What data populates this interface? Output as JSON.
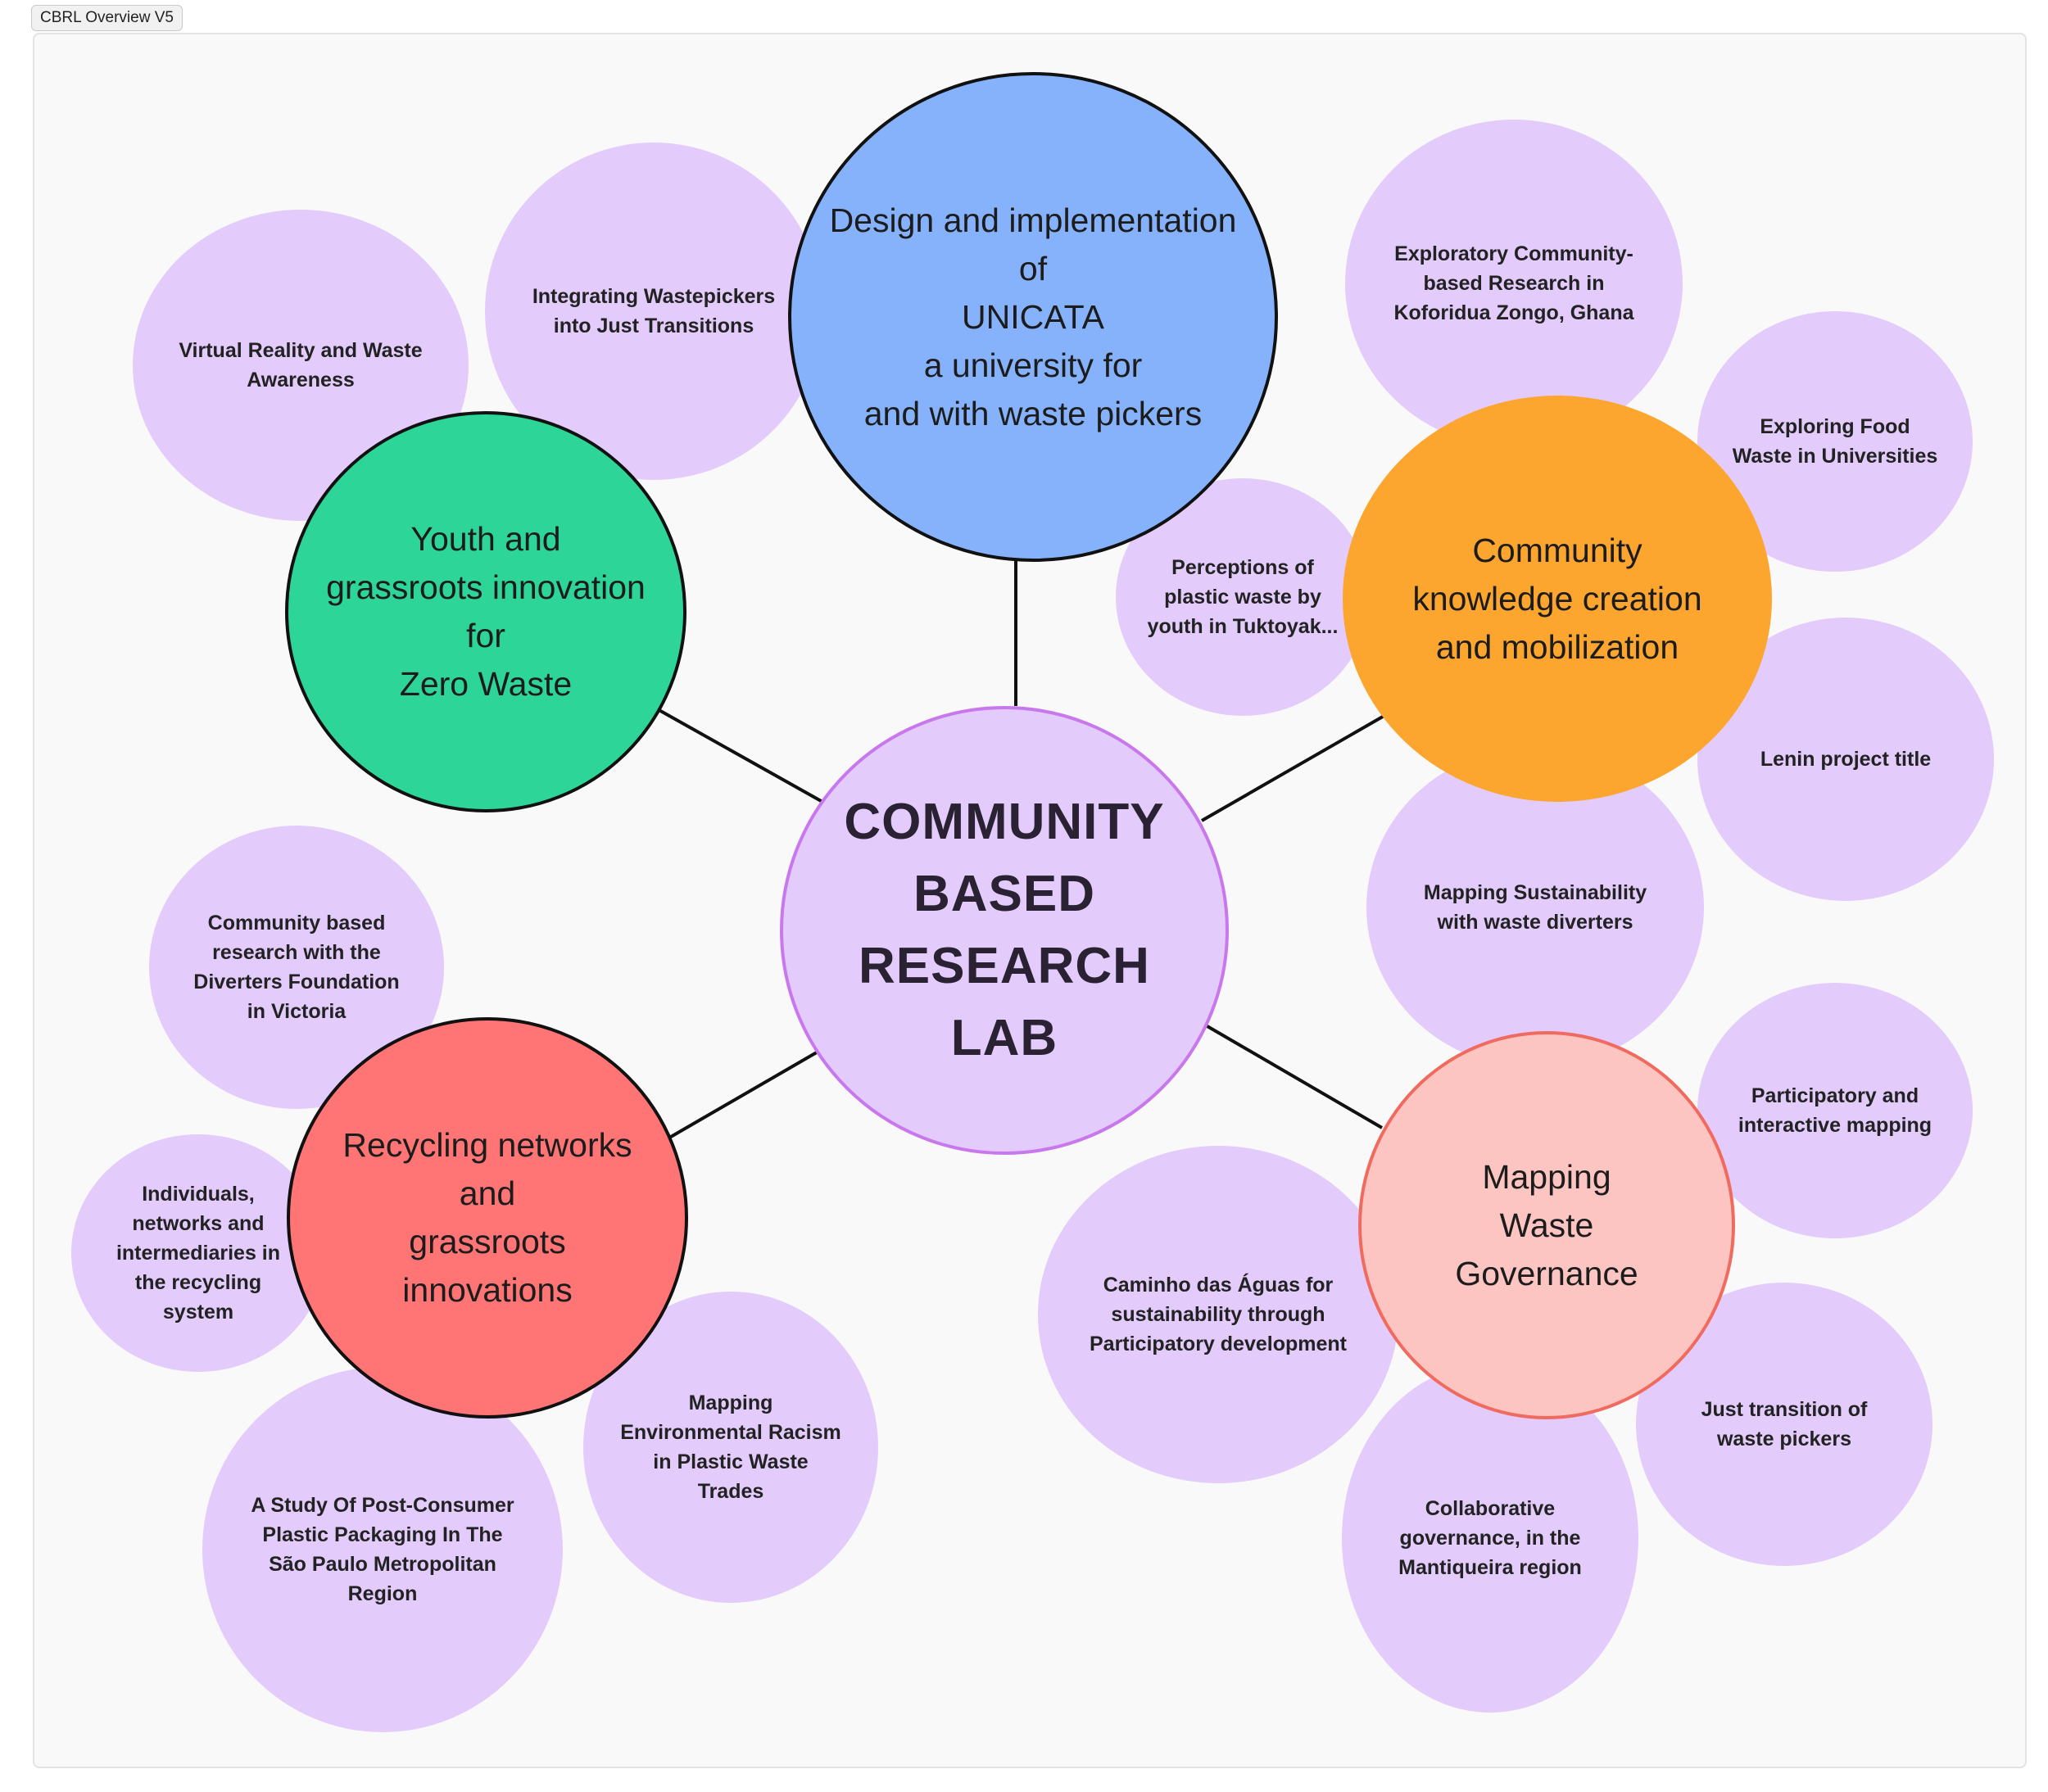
{
  "frame": {
    "title": "CBRL Overview V5"
  },
  "colors": {
    "sub_bubble": "#e3cbfb",
    "unicata": "#85b2fb",
    "youth": "#2dd698",
    "community": "#fca52f",
    "recycling": "#ff7474",
    "mapping_waste": "#fdc5c2",
    "center_border": "#c878ec"
  },
  "center": {
    "label": "COMMUNITY\nBASED\nRESEARCH\nLAB"
  },
  "themes": {
    "unicata": "Design and implementation\nof\nUNICATA\na university for\nand with waste pickers",
    "youth": "Youth and\ngrassroots innovation\nfor\nZero Waste",
    "community": "Community\nknowledge creation\nand mobilization",
    "recycling": "Recycling networks\nand\ngrassroots\ninnovations",
    "mapping_waste": "Mapping\nWaste\nGovernance"
  },
  "projects": {
    "virtual_reality": "Virtual Reality and Waste\nAwareness",
    "wastepickers_transitions": "Integrating Wastepickers\ninto Just Transitions",
    "koforidua": "Exploratory Community-\nbased Research in\nKoforidua Zongo, Ghana",
    "food_waste": "Exploring Food\nWaste in Universities",
    "tuktoyak": "Perceptions of\nplastic waste by\nyouth in Tuktoyak...",
    "lenin": "Lenin project title",
    "diverters_mapping": "Mapping Sustainability\nwith waste diverters",
    "diverters_foundation": "Community based\nresearch with the\nDiverters Foundation\nin Victoria",
    "participatory_mapping": "Participatory and\ninteractive mapping",
    "individuals_networks": "Individuals,\nnetworks and\nintermediaries in\nthe recycling\nsystem",
    "caminho": "Caminho das Águas for\nsustainability through\nParticipatory development",
    "environmental_racism": "Mapping\nEnvironmental Racism\nin Plastic Waste\nTrades",
    "just_transition": "Just transition of\nwaste pickers",
    "collaborative": "Collaborative\ngovernance, in the\nMantiqueira region",
    "sao_paulo": "A Study Of Post-Consumer\nPlastic Packaging In The\nSão Paulo Metropolitan\nRegion"
  }
}
